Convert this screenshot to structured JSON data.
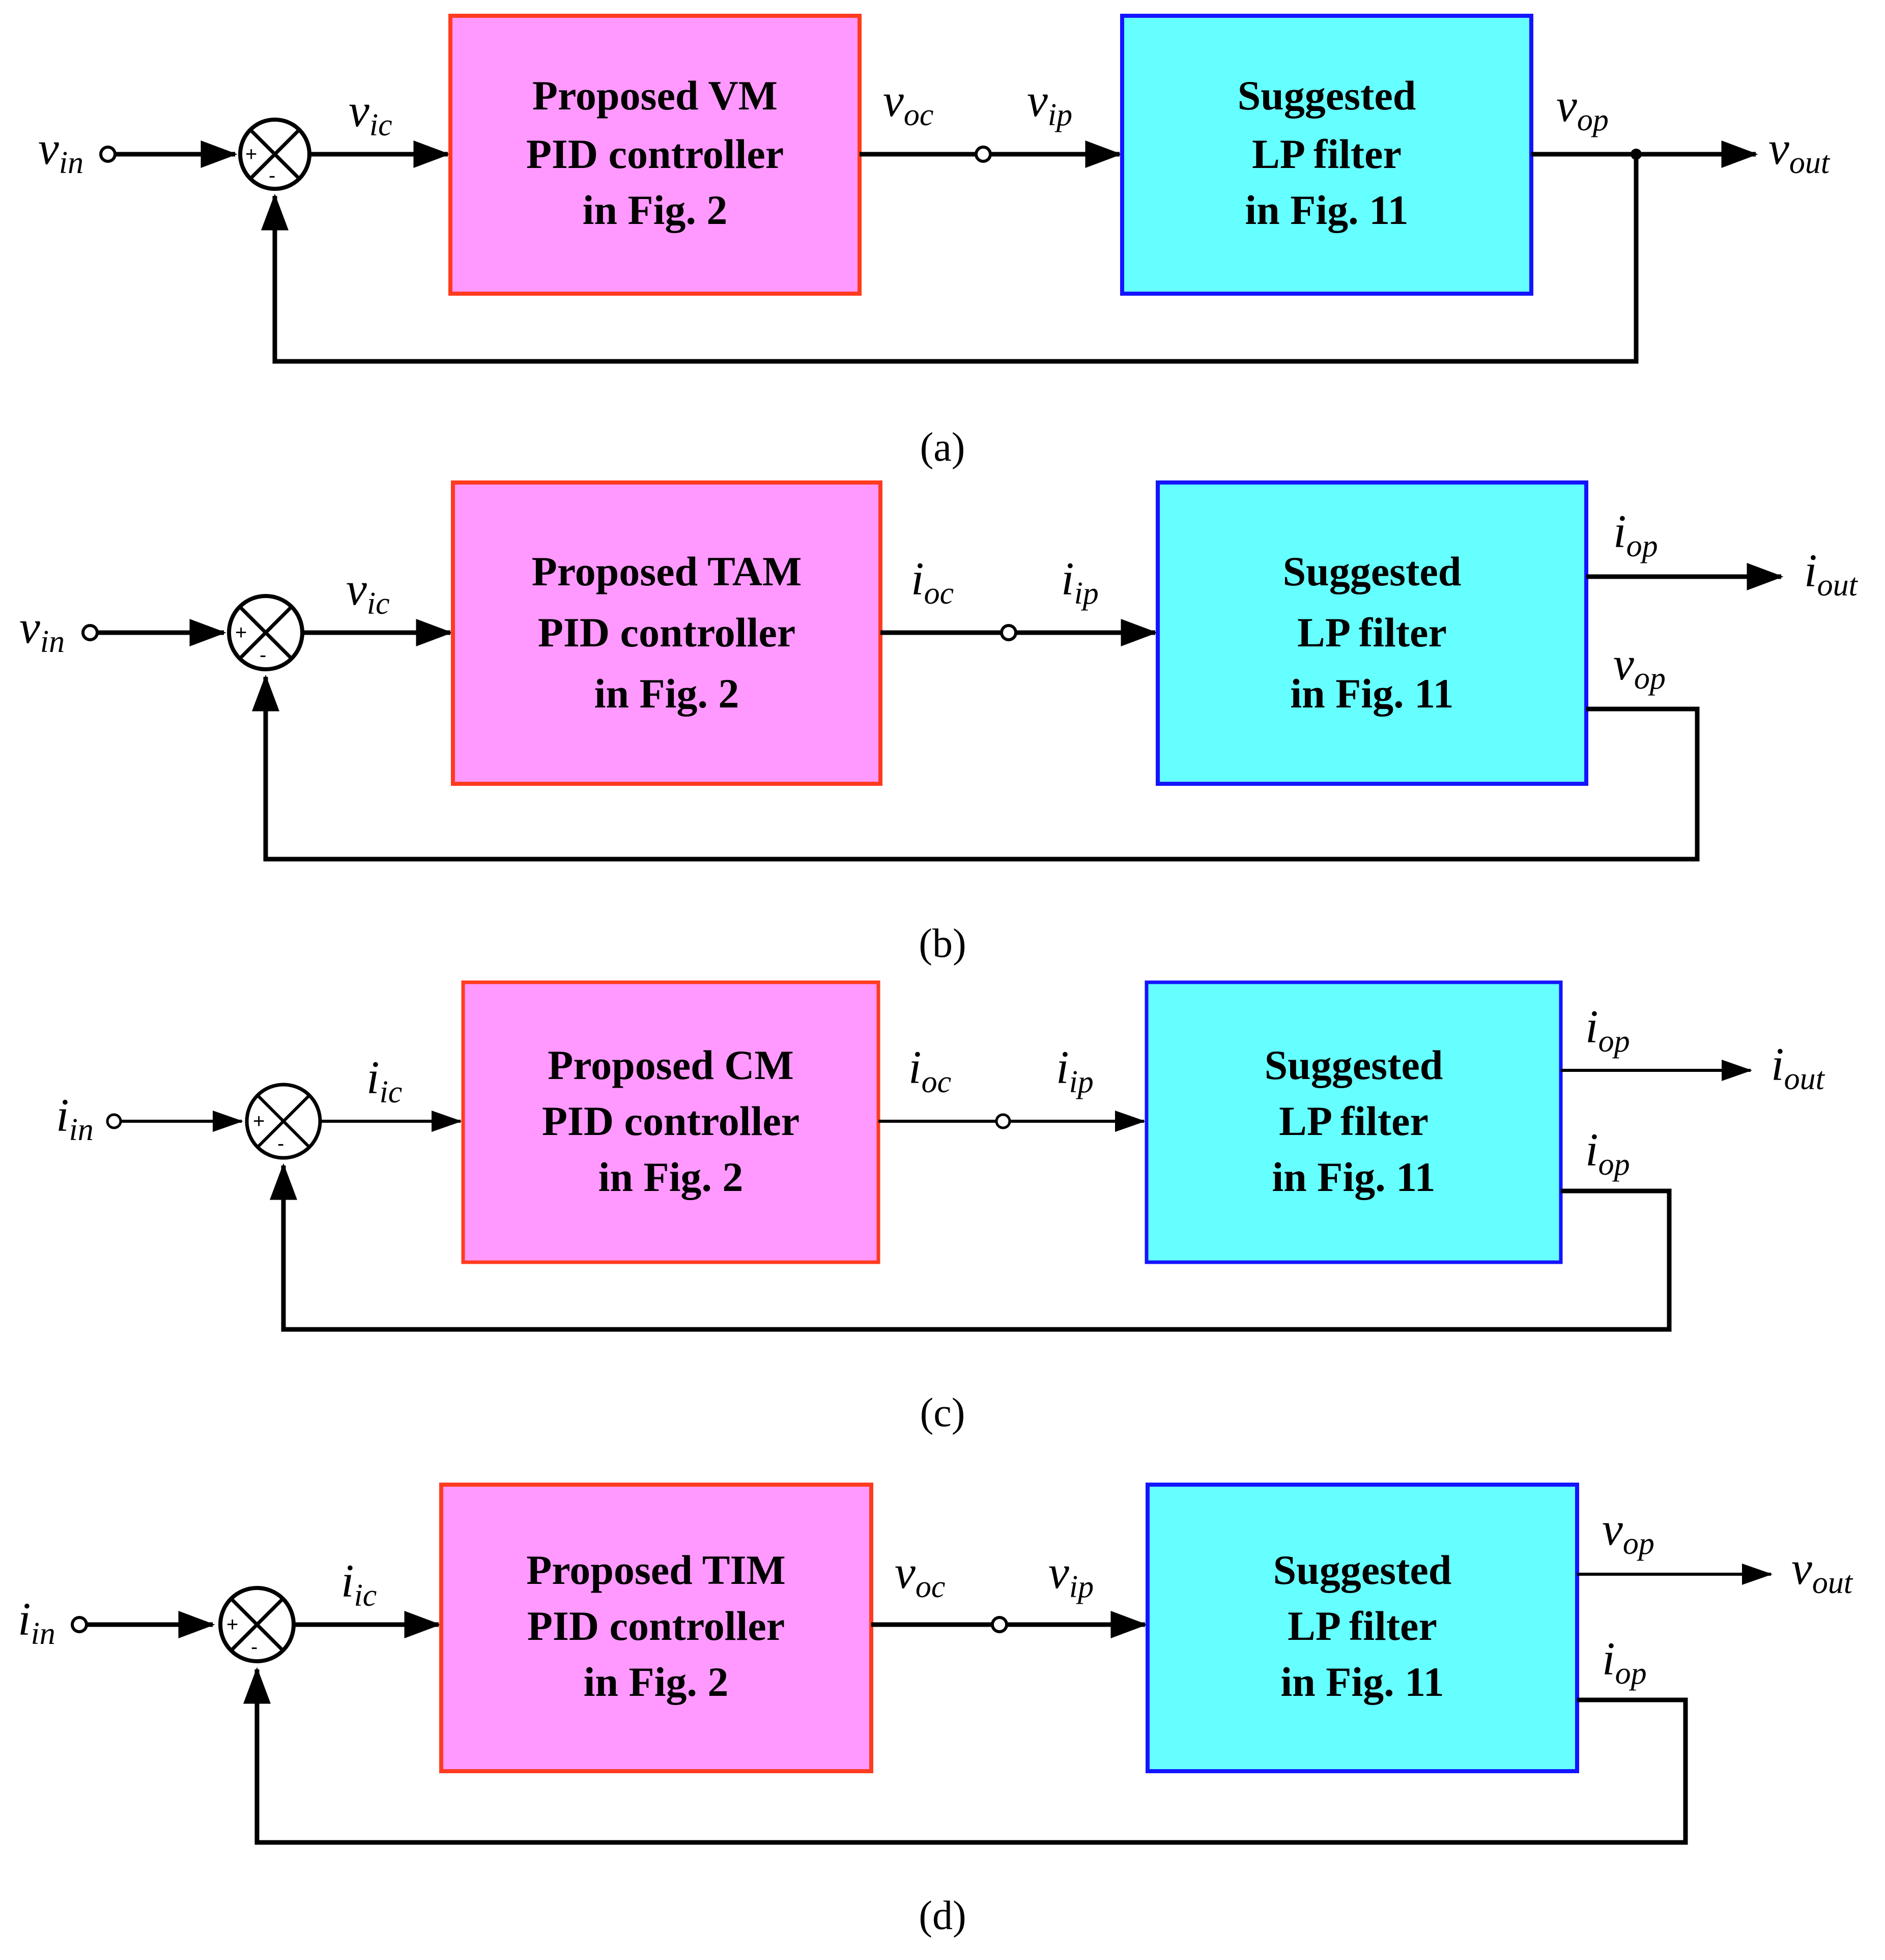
{
  "colors": {
    "controller_fill": "#ff99ff",
    "controller_border": "#ff3b1f",
    "filter_fill": "#66ffff",
    "filter_border": "#1414ff",
    "line": "#000000"
  },
  "panels": [
    {
      "caption": "(a)",
      "controller": [
        "Proposed VM",
        "PID controller",
        "in Fig. 2"
      ],
      "filter": [
        "Suggested",
        "LP filter",
        "in Fig. 11"
      ],
      "input": {
        "main": "v",
        "sub": "in"
      },
      "err": {
        "main": "v",
        "sub": "ic"
      },
      "ctrl_out": {
        "main": "v",
        "sub": "oc"
      },
      "filt_in": {
        "main": "v",
        "sub": "ip"
      },
      "out_a": {
        "main": "v",
        "sub": "op"
      },
      "out_final": {
        "main": "v",
        "sub": "out"
      },
      "fb": {
        "main": "",
        "sub": ""
      }
    },
    {
      "caption": "(b)",
      "controller": [
        "Proposed TAM",
        "PID controller",
        "in Fig. 2"
      ],
      "filter": [
        "Suggested",
        "LP filter",
        "in Fig. 11"
      ],
      "input": {
        "main": "v",
        "sub": "in"
      },
      "err": {
        "main": "v",
        "sub": "ic"
      },
      "ctrl_out": {
        "main": "i",
        "sub": "oc"
      },
      "filt_in": {
        "main": "i",
        "sub": "ip"
      },
      "out_a": {
        "main": "i",
        "sub": "op"
      },
      "out_final": {
        "main": "i",
        "sub": "out"
      },
      "fb": {
        "main": "v",
        "sub": "op"
      }
    },
    {
      "caption": "(c)",
      "controller": [
        "Proposed CM",
        "PID controller",
        "in Fig. 2"
      ],
      "filter": [
        "Suggested",
        "LP filter",
        "in Fig. 11"
      ],
      "input": {
        "main": "i",
        "sub": "in"
      },
      "err": {
        "main": "i",
        "sub": "ic"
      },
      "ctrl_out": {
        "main": "i",
        "sub": "oc"
      },
      "filt_in": {
        "main": "i",
        "sub": "ip"
      },
      "out_a": {
        "main": "i",
        "sub": "op"
      },
      "out_final": {
        "main": "i",
        "sub": "out"
      },
      "fb": {
        "main": "i",
        "sub": "op"
      }
    },
    {
      "caption": "(d)",
      "controller": [
        "Proposed TIM",
        "PID controller",
        "in Fig. 2"
      ],
      "filter": [
        "Suggested",
        "LP filter",
        "in Fig. 11"
      ],
      "input": {
        "main": "i",
        "sub": "in"
      },
      "err": {
        "main": "i",
        "sub": "ic"
      },
      "ctrl_out": {
        "main": "v",
        "sub": "oc"
      },
      "filt_in": {
        "main": "v",
        "sub": "ip"
      },
      "out_a": {
        "main": "v",
        "sub": "op"
      },
      "out_final": {
        "main": "v",
        "sub": "out"
      },
      "fb": {
        "main": "i",
        "sub": "op"
      }
    }
  ],
  "summing_junction": {
    "plus": "+",
    "minus": "-"
  }
}
